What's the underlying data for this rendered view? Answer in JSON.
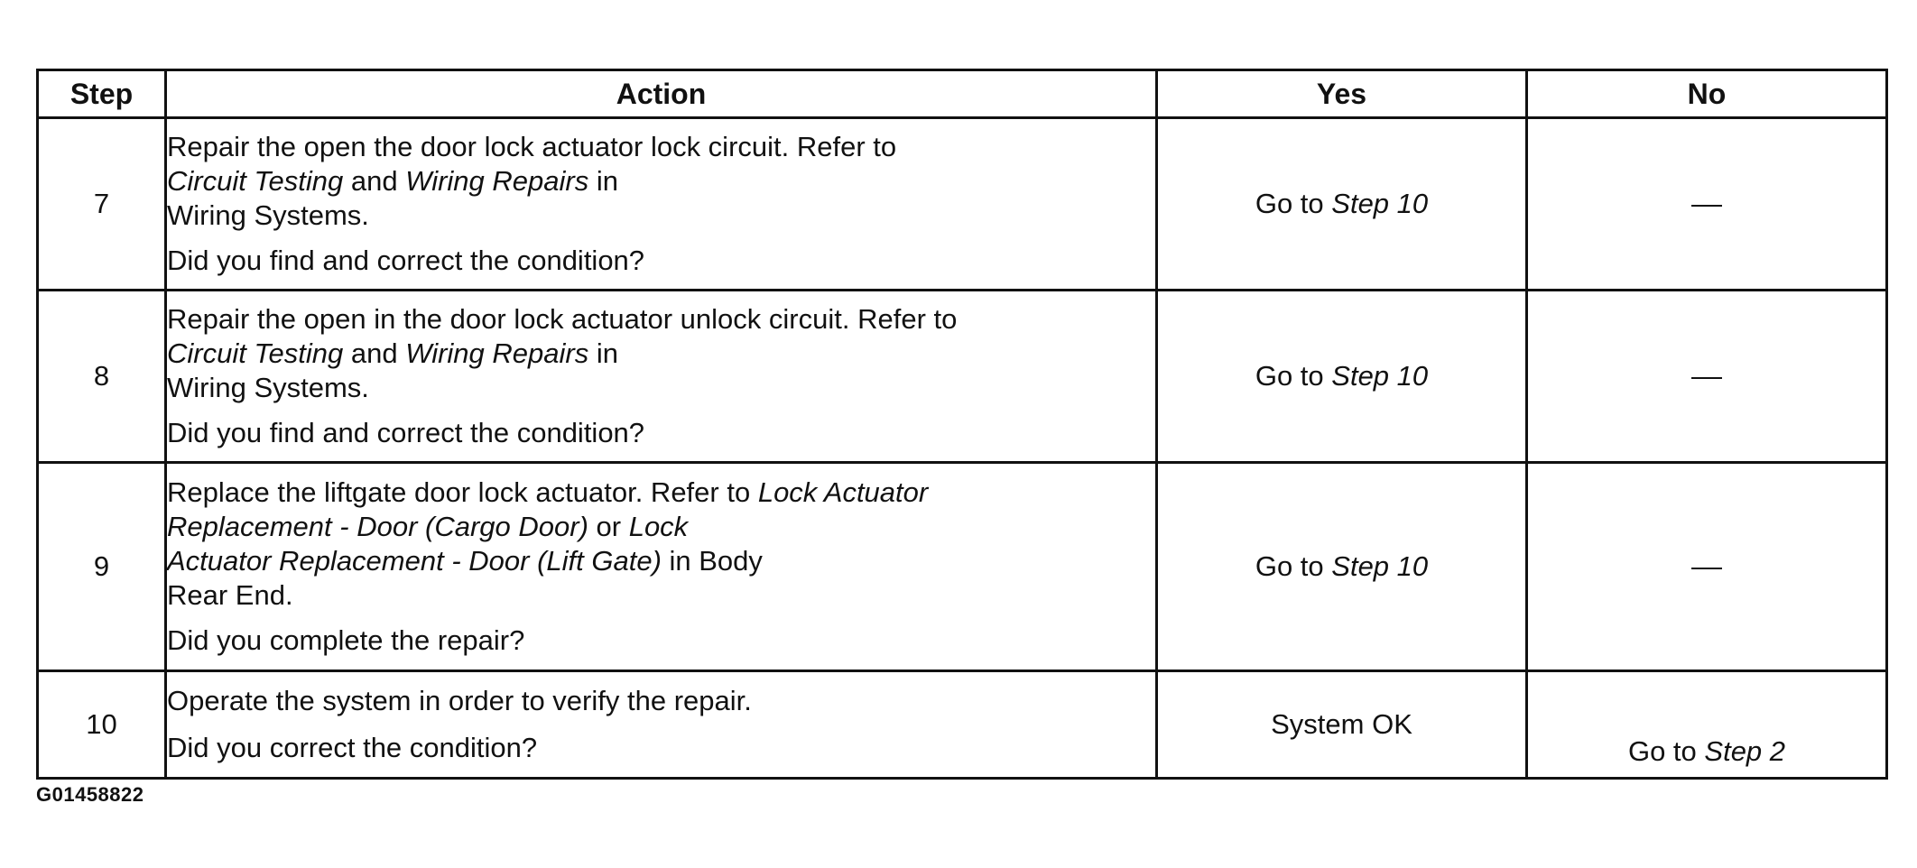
{
  "header": {
    "step": "Step",
    "action": "Action",
    "yes": "Yes",
    "no": "No"
  },
  "rows": [
    {
      "step": "7",
      "instr": [
        {
          "t": "Repair the open the door lock actuator lock circuit. Refer to",
          "i": false
        },
        {
          "t": "Circuit Testing",
          "i": true
        },
        {
          "t": " and ",
          "i": false
        },
        {
          "t": "Wiring Repairs",
          "i": true
        },
        {
          "t": " in",
          "i": false
        },
        {
          "t": "Wiring Systems.",
          "i": false
        }
      ],
      "question": "Did you find and correct the condition?",
      "yes_prefix": "Go to ",
      "yes_link": "Step 10",
      "no": "—"
    },
    {
      "step": "8",
      "instr": [
        {
          "t": "Repair the open in the door lock actuator unlock circuit. Refer to",
          "i": false
        },
        {
          "t": "Circuit Testing",
          "i": true
        },
        {
          "t": " and ",
          "i": false
        },
        {
          "t": "Wiring Repairs",
          "i": true
        },
        {
          "t": " in",
          "i": false
        },
        {
          "t": "Wiring Systems.",
          "i": false
        }
      ],
      "question": "Did you find and correct the condition?",
      "yes_prefix": "Go to ",
      "yes_link": "Step 10",
      "no": "—"
    },
    {
      "step": "9",
      "instr": [
        {
          "t": "Replace the liftgate door lock actuator. Refer to ",
          "i": false
        },
        {
          "t": "Lock Actuator",
          "i": true
        },
        {
          "t": "Replacement - Door (Cargo Door)",
          "i": true
        },
        {
          "t": " or ",
          "i": false
        },
        {
          "t": "Lock",
          "i": true
        },
        {
          "t": "Actuator Replacement - Door (Lift Gate)",
          "i": true
        },
        {
          "t": " in Body",
          "i": false
        },
        {
          "t": "Rear End.",
          "i": false
        }
      ],
      "question": "Did you complete the repair?",
      "yes_prefix": "Go to ",
      "yes_link": "Step 10",
      "no": "—"
    },
    {
      "step": "10",
      "instr": [
        {
          "t": "Operate the system in order to verify the repair.",
          "i": false
        }
      ],
      "question": "Did you correct the condition?",
      "yes_text": "System OK",
      "no_prefix": "Go to ",
      "no_link": "Step 2"
    }
  ],
  "figure_id": "G01458822"
}
